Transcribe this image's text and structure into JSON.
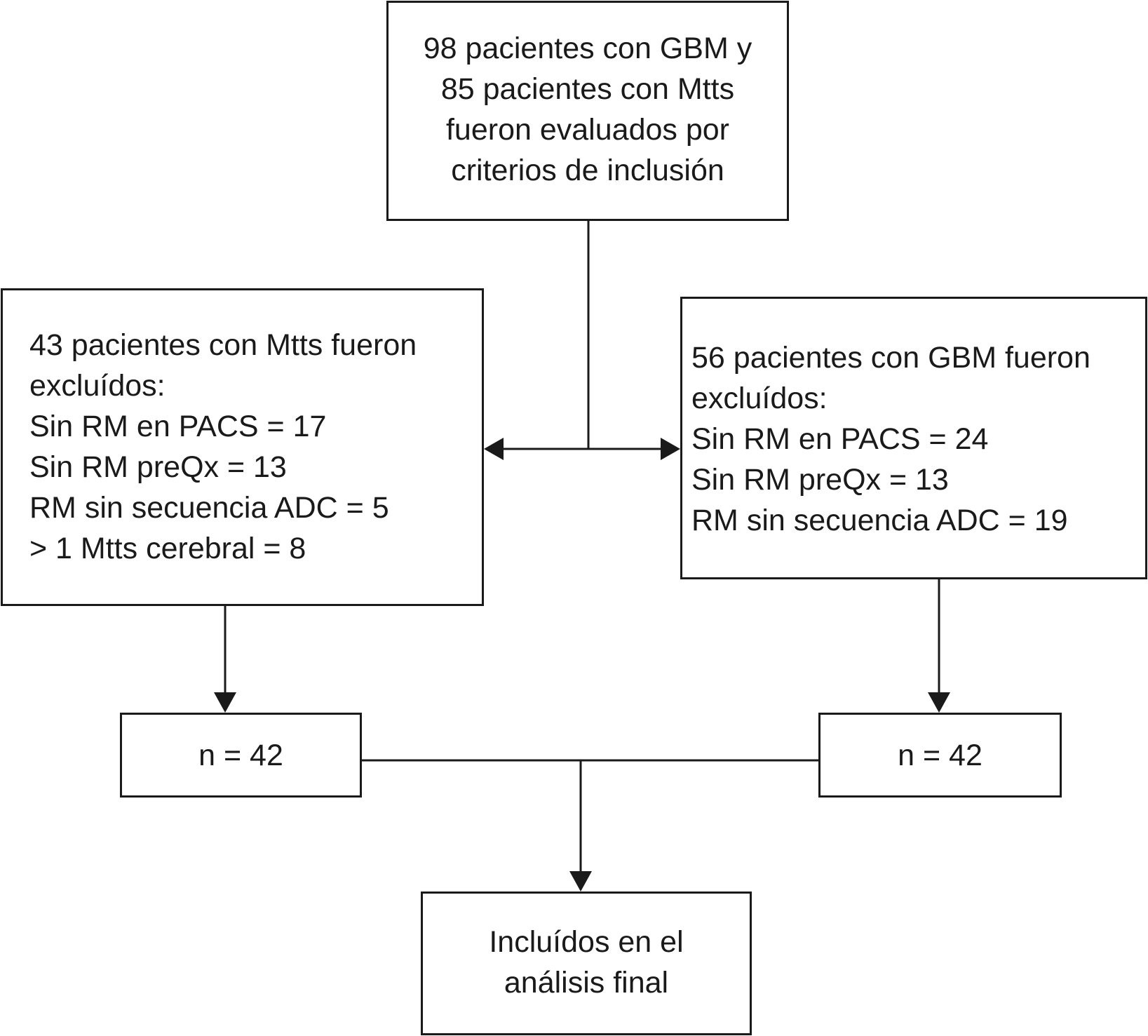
{
  "flowchart": {
    "top_box": {
      "lines": [
        "98 pacientes con GBM y",
        "85 pacientes con Mtts",
        "fueron evaluados por",
        "criterios de inclusión"
      ]
    },
    "left_exclusion_box": {
      "lines": [
        "43 pacientes con Mtts fueron",
        "excluídos:",
        "Sin RM en PACS = 17",
        "Sin RM preQx = 13",
        "RM sin secuencia ADC = 5",
        "> 1 Mtts cerebral = 8"
      ]
    },
    "right_exclusion_box": {
      "lines": [
        "56 pacientes con GBM fueron",
        "excluídos:",
        "Sin RM en PACS = 24",
        "Sin RM preQx = 13",
        "RM sin secuencia ADC = 19"
      ]
    },
    "left_count_box": {
      "label": "n = 42"
    },
    "right_count_box": {
      "label": "n = 42"
    },
    "final_box": {
      "lines": [
        "Incluídos en el",
        "análisis final"
      ]
    },
    "colors": {
      "stroke": "#1a1a1a",
      "background": "#ffffff"
    }
  }
}
